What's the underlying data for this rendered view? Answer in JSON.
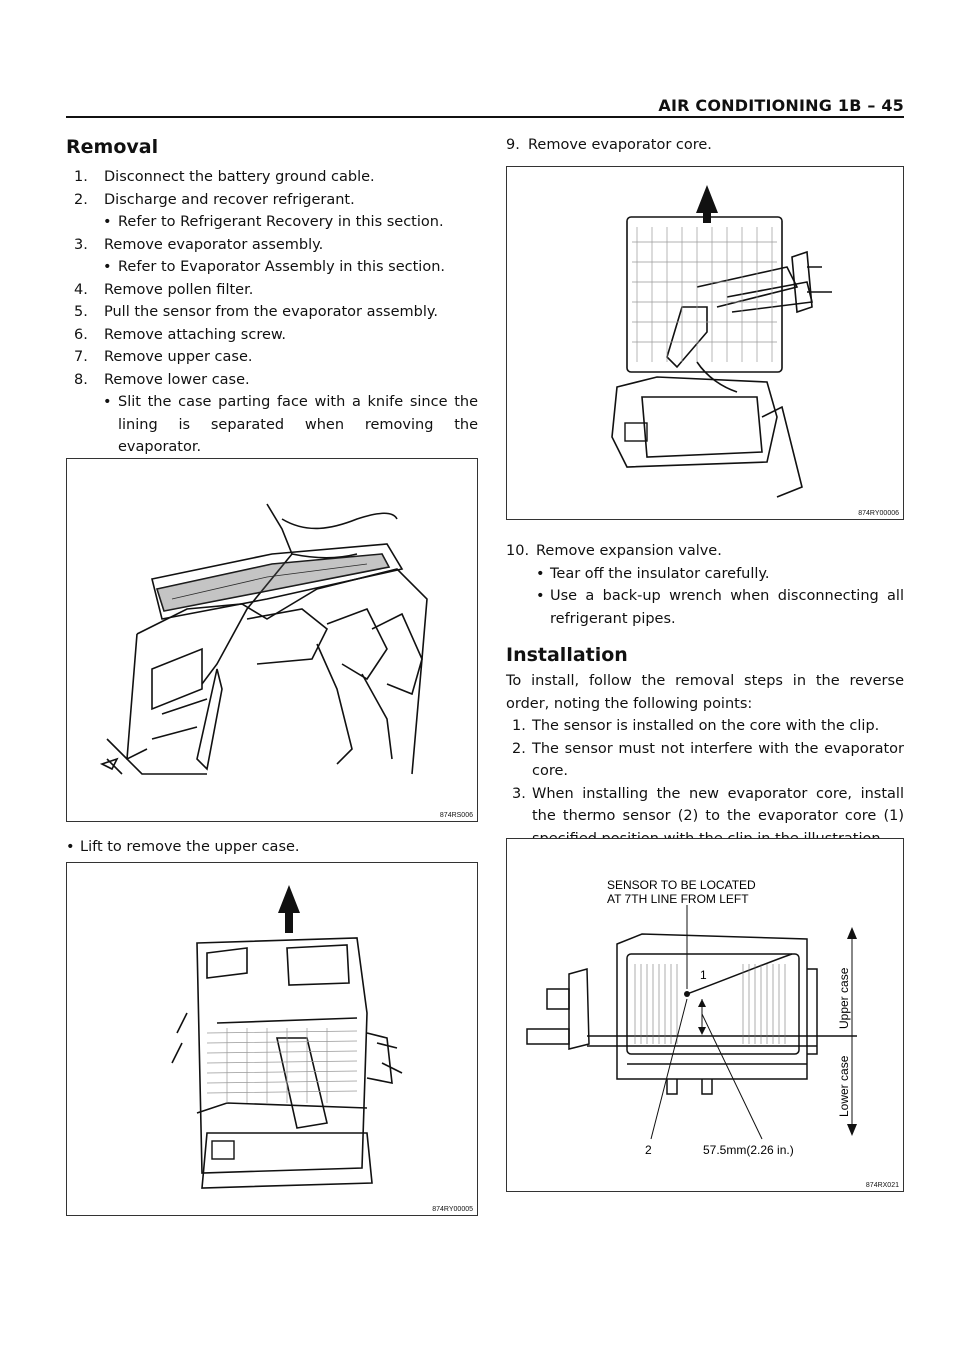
{
  "header": {
    "title": "AIR CONDITIONING  1B – 45"
  },
  "removal": {
    "heading": "Removal",
    "steps": [
      {
        "num": "1.",
        "text": "Disconnect the battery ground cable."
      },
      {
        "num": "2.",
        "text": "Discharge and recover refrigerant."
      },
      {
        "bullet": "Refer to Refrigerant Recovery in this section."
      },
      {
        "num": "3.",
        "text": "Remove evaporator assembly."
      },
      {
        "bullet": "Refer to Evaporator Assembly in this section."
      },
      {
        "num": "4.",
        "text": "Remove pollen filter."
      },
      {
        "num": "5.",
        "text": "Pull the sensor from the evaporator assembly."
      },
      {
        "num": "6.",
        "text": "Remove attaching screw."
      },
      {
        "num": "7.",
        "text": "Remove upper case."
      },
      {
        "num": "8.",
        "text": "Remove lower case."
      },
      {
        "bullet": "Slit the case parting face with a knife since the lining is separated when removing the evaporator."
      }
    ],
    "lift_bullet": "Lift to remove the upper case.",
    "step9": {
      "num": "9.",
      "text": "Remove evaporator core."
    },
    "step10": {
      "num": "10.",
      "text": "Remove expansion valve."
    },
    "step10_bullets": [
      "Tear off the insulator carefully.",
      "Use a back-up wrench when disconnecting all refrigerant pipes."
    ]
  },
  "installation": {
    "heading": "Installation",
    "intro": "To install, follow the removal steps in the reverse order, noting the following points:",
    "points": [
      {
        "num": "1.",
        "text": "The sensor is installed on the core with the clip."
      },
      {
        "num": "2.",
        "text": "The sensor must not interfere with the evaporator core."
      },
      {
        "num": "3.",
        "text": "When installing the new evaporator core, install the thermo sensor (2) to the evaporator core (1) specified position with the clip in the illustration."
      }
    ]
  },
  "figures": {
    "fig1_code": "874RS006",
    "fig2_code": "874RY00005",
    "fig3_code": "874RY00006",
    "fig4_code": "874RX021",
    "fig4": {
      "sensor_line1": "SENSOR TO BE LOCATED",
      "sensor_line2": "AT 7TH LINE FROM LEFT",
      "callout1": "1",
      "callout2": "2",
      "dimension": "57.5mm(2.26 in.)",
      "upper_case": "Upper case",
      "lower_case": "Lower case"
    }
  },
  "bullet_glyph": "•"
}
